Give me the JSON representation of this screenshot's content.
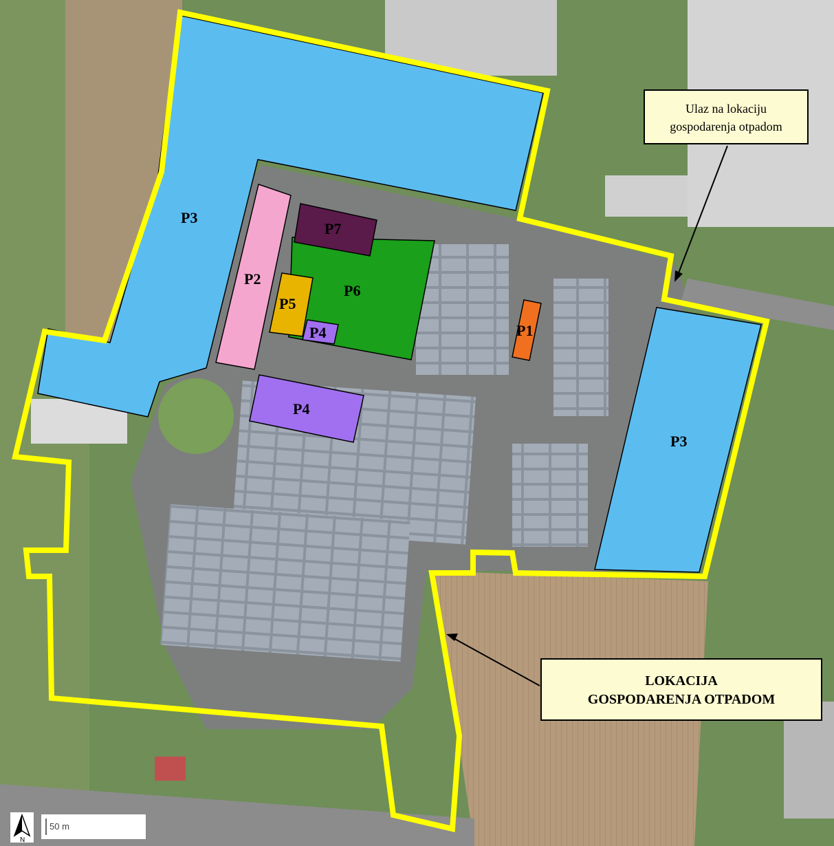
{
  "zones": {
    "p1": "P1",
    "p2": "P2",
    "p3_west": "P3",
    "p3_east": "P3",
    "p4_small": "P4",
    "p4_large": "P4",
    "p5": "P5",
    "p6": "P6",
    "p7": "P7"
  },
  "callouts": {
    "entrance": [
      "Ulaz na lokaciju",
      "gospodarenja otpadom"
    ],
    "location": [
      "LOKACIJA",
      "GOSPODARENJA OTPADOM"
    ]
  },
  "scale": {
    "label": "50 m"
  },
  "north": {
    "label": "N"
  },
  "colors": {
    "boundary": "#ffff00",
    "p1": "#f07020",
    "p2": "#f4a6cf",
    "p3": "#5bbcf0",
    "p4": "#a070f0",
    "p5": "#e8b400",
    "p6": "#1aa01a",
    "p7": "#5a1a4a"
  }
}
